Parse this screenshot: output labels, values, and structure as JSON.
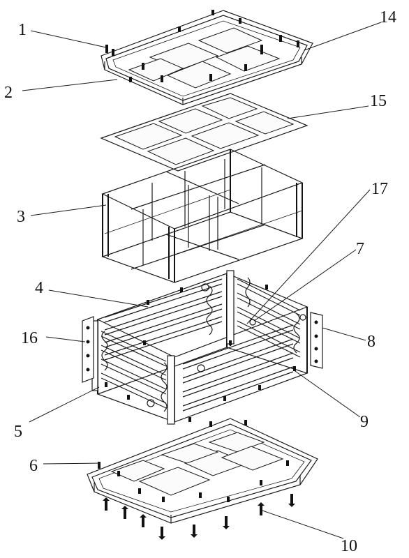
{
  "figure": {
    "labels": [
      {
        "id": "label-1",
        "text": "1"
      },
      {
        "id": "label-2",
        "text": "2"
      },
      {
        "id": "label-3",
        "text": "3"
      },
      {
        "id": "label-4",
        "text": "4"
      },
      {
        "id": "label-5",
        "text": "5"
      },
      {
        "id": "label-6",
        "text": "6"
      },
      {
        "id": "label-7",
        "text": "7"
      },
      {
        "id": "label-8",
        "text": "8"
      },
      {
        "id": "label-9",
        "text": "9"
      },
      {
        "id": "label-10",
        "text": "10"
      },
      {
        "id": "label-14",
        "text": "14"
      },
      {
        "id": "label-15",
        "text": "15"
      },
      {
        "id": "label-16",
        "text": "16"
      },
      {
        "id": "label-17",
        "text": "17"
      }
    ]
  }
}
